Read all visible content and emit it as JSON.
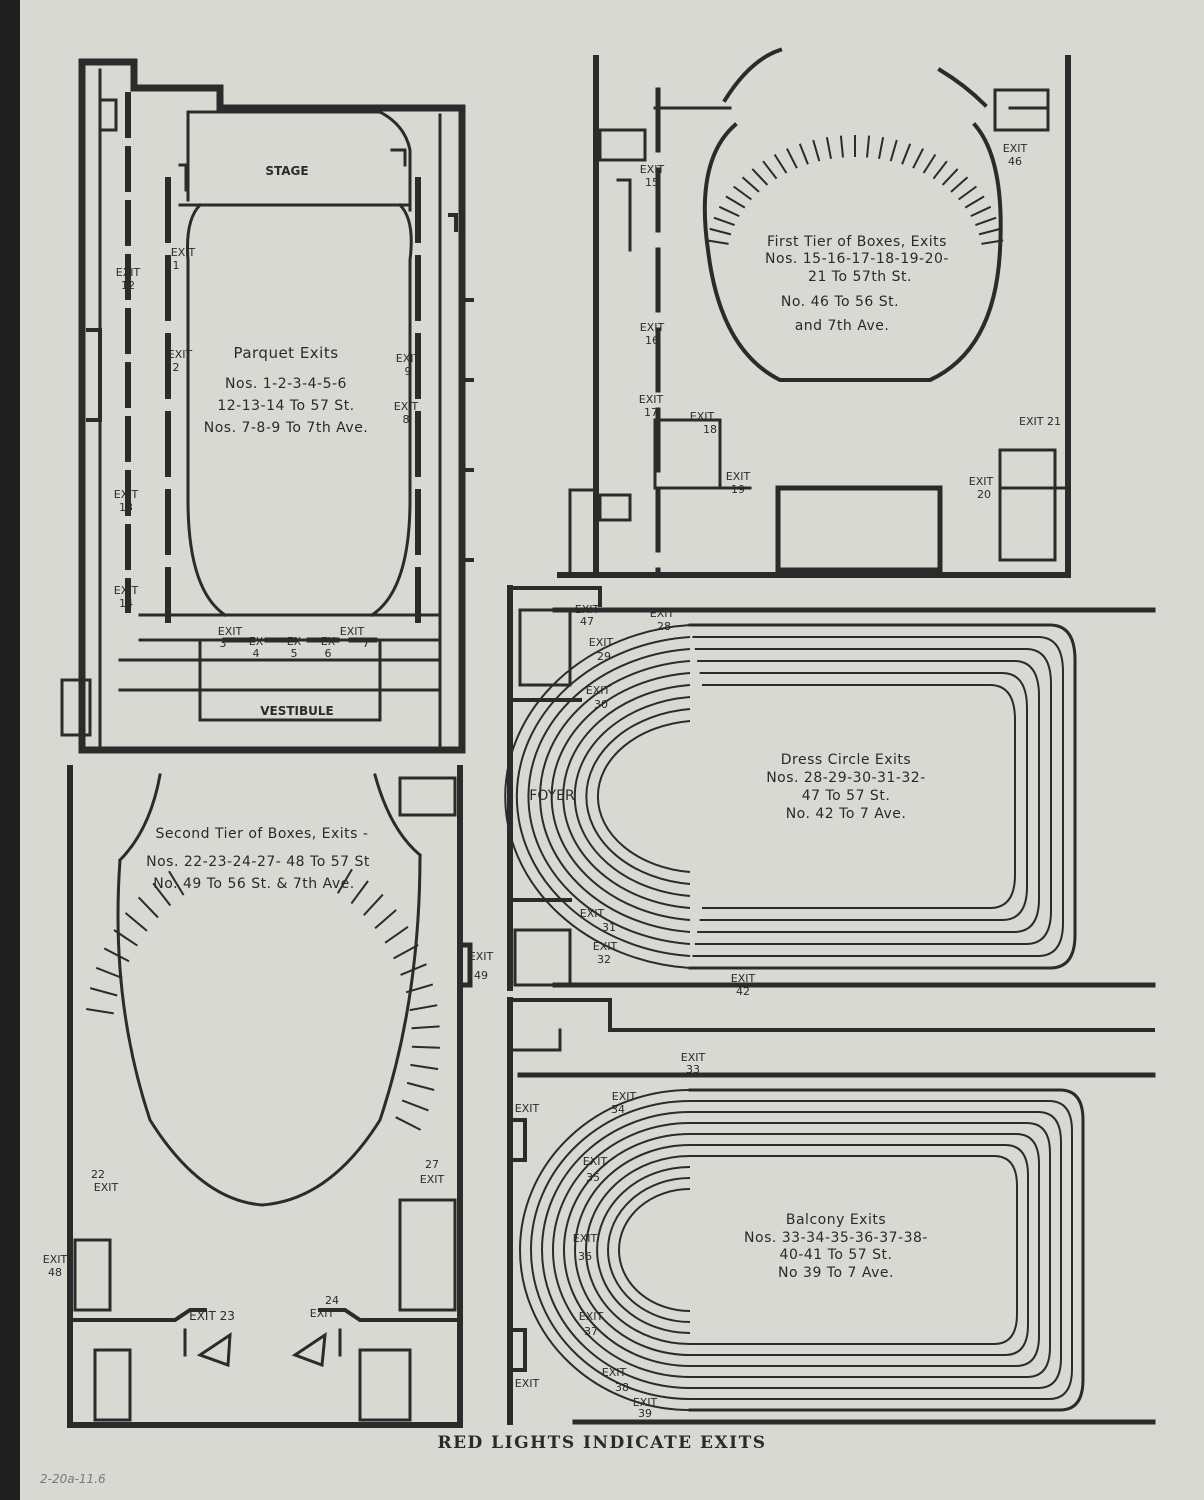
{
  "footer": "RED LIGHTS INDICATE EXITS",
  "annotation": "2-20a-11.6",
  "colors": {
    "paper": "#d7d9d2",
    "ink": "#2b2b2b",
    "background": "#1f1f1f"
  },
  "parquet": {
    "stage": "STAGE",
    "vestibule": "VESTIBULE",
    "title": [
      "Parquet Exits",
      "Nos. 1-2-3-4-5-6",
      "12-13-14 To 57 St.",
      "Nos. 7-8-9 To 7th Ave."
    ],
    "exits": {
      "e1": [
        "EXIT",
        "1"
      ],
      "e2": [
        "EXIT",
        "2"
      ],
      "e3": [
        "EXIT",
        "3"
      ],
      "e4": [
        "EX",
        "4"
      ],
      "e5": [
        "EX",
        "5"
      ],
      "e6": [
        "EX",
        "6"
      ],
      "e7": [
        "EXIT",
        "7"
      ],
      "e8": [
        "EXIT",
        "8"
      ],
      "e9": [
        "EXIT",
        "9"
      ],
      "e12": [
        "EXIT",
        "12"
      ],
      "e13": [
        "EXIT",
        "13"
      ],
      "e14": [
        "EXIT",
        "14"
      ]
    }
  },
  "first_tier": {
    "title": [
      "First Tier of Boxes, Exits",
      "Nos. 15-16-17-18-19-20-",
      "21 To 57th St.",
      "No. 46 To 56 St.",
      "and 7th Ave."
    ],
    "exits": {
      "e15": [
        "EXIT",
        "15"
      ],
      "e16": [
        "EXIT",
        "16"
      ],
      "e17": [
        "EXIT",
        "17"
      ],
      "e18": [
        "EXIT",
        "18"
      ],
      "e19": [
        "EXIT",
        "19"
      ],
      "e20": [
        "EXIT",
        "20"
      ],
      "e21": [
        "EXIT 21"
      ],
      "e46": [
        "EXIT",
        "46"
      ]
    }
  },
  "dress_circle": {
    "foyer": "FOYER",
    "title": [
      "Dress Circle Exits",
      "Nos. 28-29-30-31-32-",
      "47 To 57 St.",
      "No. 42 To 7 Ave."
    ],
    "exits": {
      "e47": [
        "EXIT",
        "47"
      ],
      "e28": [
        "EXIT",
        "28"
      ],
      "e29": [
        "EXIT",
        "29"
      ],
      "e30": [
        "EXIT",
        "30"
      ],
      "e31": [
        "EXIT",
        "31"
      ],
      "e32": [
        "EXIT",
        "32"
      ],
      "e42": [
        "EXIT",
        "42"
      ]
    }
  },
  "second_tier": {
    "title": [
      "Second Tier of Boxes, Exits -",
      "Nos. 22-23-24-27- 48 To 57 St",
      "No. 49 To 56 St. & 7th Ave."
    ],
    "exits": {
      "e22": [
        "22",
        "EXIT"
      ],
      "e27": [
        "27",
        "EXIT"
      ],
      "e48": [
        "EXIT",
        "48"
      ],
      "e49": [
        "EXIT",
        "49"
      ],
      "e23": [
        "EXIT 23"
      ],
      "e24": [
        "24",
        "EXIT"
      ]
    }
  },
  "balcony": {
    "title": [
      "Balcony Exits",
      "Nos. 33-34-35-36-37-38-",
      "40-41 To 57 St.",
      "No 39 To 7 Ave."
    ],
    "exits": {
      "e33": [
        "EXIT",
        "33"
      ],
      "e34": [
        "EXIT",
        "34"
      ],
      "e35": [
        "EXIT",
        "35"
      ],
      "e36": [
        "EXIT",
        "36"
      ],
      "e37": [
        "EXIT",
        "37"
      ],
      "e38": [
        "EXIT",
        "38"
      ],
      "e39": [
        "EXIT",
        "39"
      ],
      "eL1": [
        "EXIT"
      ],
      "eL2": [
        "EXIT"
      ]
    }
  }
}
